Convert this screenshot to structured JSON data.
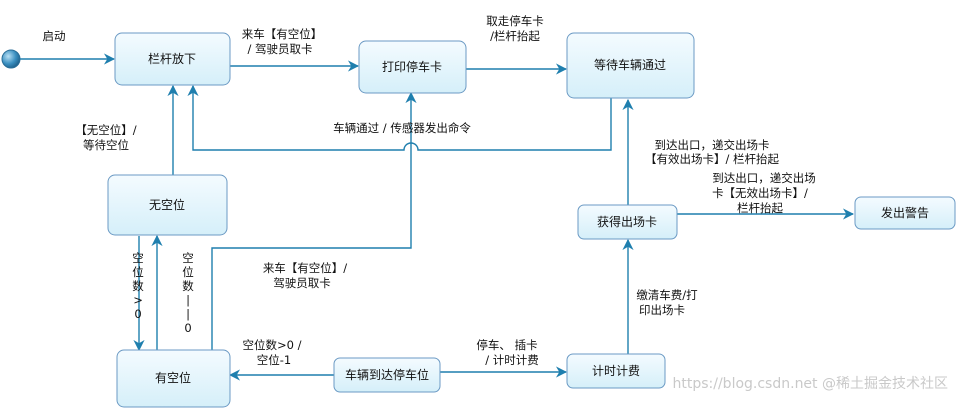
{
  "states": {
    "barrier_down": "栏杆放下",
    "print_ticket": "打印停车卡",
    "wait_pass": "等待车辆通过",
    "no_space": "无空位",
    "has_space": "有空位",
    "car_arrive": "车辆到达停车位",
    "timing": "计时计费",
    "get_exit_card": "获得出场卡",
    "alarm": "发出警告"
  },
  "edges": {
    "start": "启动",
    "car_arrive_space_1": "来车【有空位】",
    "car_arrive_space_2": "/ 驾驶员取卡",
    "take_card_1": "取走停车卡",
    "take_card_2": "/栏杆抬起",
    "car_passed": "车辆通过 / 传感器发出命令",
    "no_space_wait_1": "【无空位】/",
    "no_space_wait_2": "等待空位",
    "zero_space": "空位数>0",
    "space_is_zero": "空位数||0",
    "has_space_car_1": "来车【有空位】/",
    "has_space_car_2": "驾驶员取卡",
    "space_minus_1": "空位数>0 /",
    "space_minus_2": "空位-1",
    "park_insert_1": "停车、 插卡",
    "park_insert_2": "/ 计时计费",
    "pay_print_1": "缴清车费/打",
    "pay_print_2": "印出场卡",
    "valid_exit_1": "到达出口，递交出场卡",
    "valid_exit_2": "【有效出场卡】/ 栏杆抬起",
    "invalid_exit_1": "到达出口，递交出场",
    "invalid_exit_2": "卡【无效出场卡】/",
    "invalid_exit_3": "栏杆抬起"
  },
  "watermark": "https://blog.csdn.net   @稀土掘金技术社区",
  "colors": {
    "edge": "#1f7fae",
    "box_border": "#6b9ac4",
    "box_fill_top": "#f4fbff",
    "box_fill_bottom": "#d9f1fb"
  }
}
